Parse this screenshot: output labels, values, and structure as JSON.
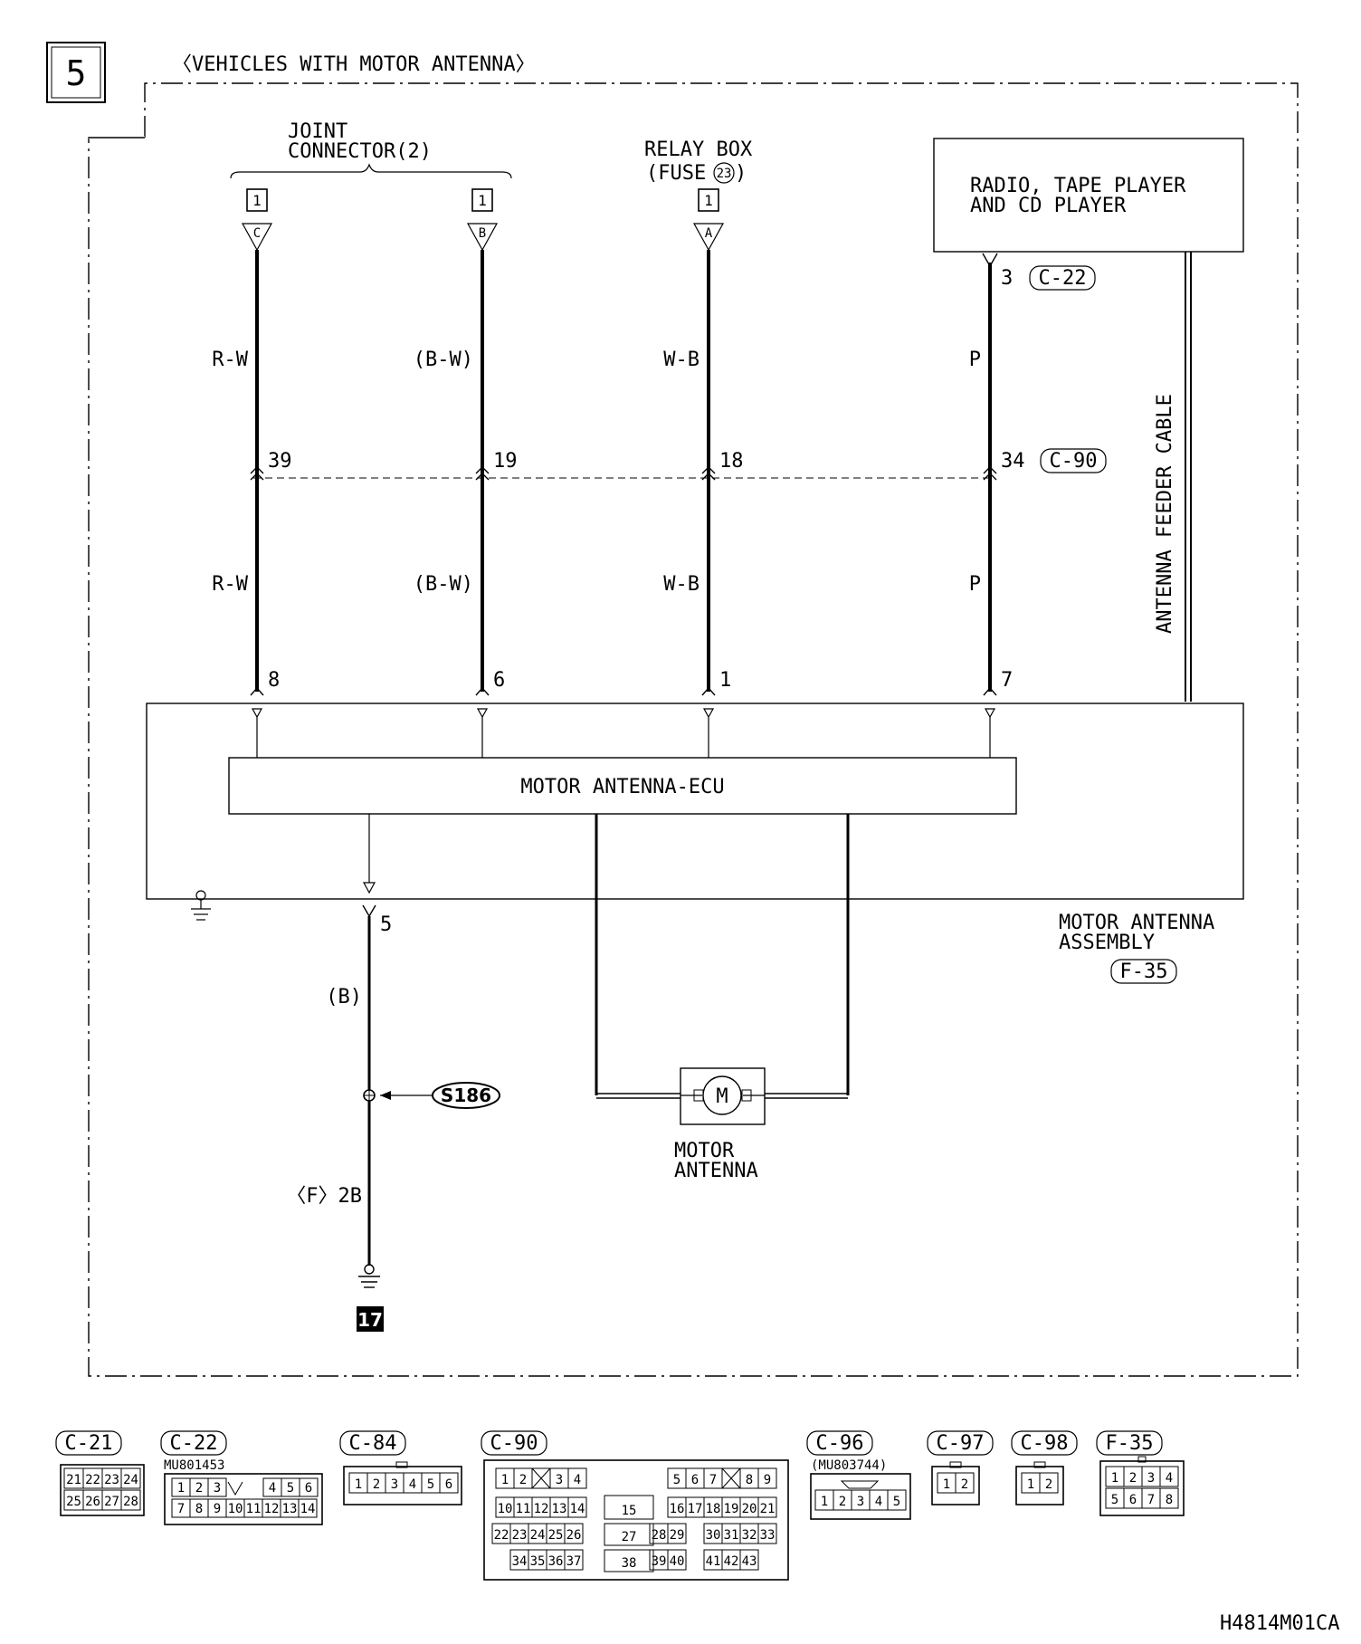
{
  "section_number": "5",
  "section_title": "〈VEHICLES WITH MOTOR ANTENNA〉",
  "joint_connector": {
    "line1": "JOINT",
    "line2": "CONNECTOR(2)",
    "terminal_c": "C",
    "terminal_b": "B",
    "ref": "1"
  },
  "relay_box": {
    "line1": "RELAY BOX",
    "line2": "(FUSE",
    "fuse": "23",
    "line2_end": ")",
    "terminal": "A",
    "ref": "1"
  },
  "radio": {
    "line1": "RADIO, TAPE PLAYER",
    "line2": "AND CD PLAYER",
    "pin": "3",
    "connector": "C-22"
  },
  "feeder_cable": "ANTENNA FEEDER CABLE",
  "wire_colors": {
    "rw": "R-W",
    "bw": "(B-W)",
    "wb": "W-B",
    "p": "P",
    "b": "(B)",
    "f2b": "〈F〉2B"
  },
  "c90": {
    "pins": [
      "39",
      "19",
      "18",
      "34"
    ],
    "connector": "C-90"
  },
  "ecu_pins": [
    "8",
    "6",
    "1",
    "7"
  ],
  "ecu_label": "MOTOR ANTENNA-ECU",
  "assembly": {
    "line1": "MOTOR ANTENNA",
    "line2": "ASSEMBLY",
    "connector": "F-35"
  },
  "ground_pin": "5",
  "splice": "S186",
  "ground_point": "17",
  "motor": {
    "symbol": "M",
    "line1": "MOTOR",
    "line2": "ANTENNA"
  },
  "connectors": {
    "c21": {
      "name": "C-21",
      "rows": [
        [
          "21",
          "22",
          "23",
          "24"
        ],
        [
          "25",
          "26",
          "27",
          "28"
        ]
      ]
    },
    "c22": {
      "name": "C-22",
      "part": "MU801453",
      "row1": [
        "1",
        "2",
        "3",
        "4",
        "5",
        "6"
      ],
      "row2": [
        "7",
        "8",
        "9",
        "10",
        "11",
        "12",
        "13",
        "14"
      ]
    },
    "c84": {
      "name": "C-84",
      "row1": [
        "1",
        "2",
        "3",
        "4",
        "5",
        "6"
      ]
    },
    "c90": {
      "name": "C-90",
      "row1a": [
        "1",
        "2"
      ],
      "row1b": [
        "3",
        "4"
      ],
      "row1c": [
        "5",
        "6",
        "7"
      ],
      "row1d": [
        "8",
        "9"
      ],
      "row2a": [
        "10",
        "11",
        "12",
        "13",
        "14"
      ],
      "p15": "15",
      "row2b": [
        "16",
        "17",
        "18",
        "19",
        "20",
        "21"
      ],
      "row3a": [
        "22",
        "23",
        "24",
        "25",
        "26"
      ],
      "p27": "27",
      "row3b": [
        "28",
        "29"
      ],
      "row3c": [
        "30",
        "31",
        "32",
        "33"
      ],
      "row4a": [
        "34",
        "35",
        "36",
        "37"
      ],
      "p38": "38",
      "row4b": [
        "39",
        "40"
      ],
      "row4c": [
        "41",
        "42",
        "43"
      ]
    },
    "c96": {
      "name": "C-96",
      "part": "(MU803744)",
      "row1": [
        "1",
        "2",
        "3",
        "4",
        "5"
      ]
    },
    "c97": {
      "name": "C-97",
      "row1": [
        "1",
        "2"
      ]
    },
    "c98": {
      "name": "C-98",
      "row1": [
        "1",
        "2"
      ]
    },
    "f35": {
      "name": "F-35",
      "row1": [
        "1",
        "2",
        "3",
        "4"
      ],
      "row2": [
        "5",
        "6",
        "7",
        "8"
      ]
    }
  },
  "doc_code": "H4814M01CA"
}
